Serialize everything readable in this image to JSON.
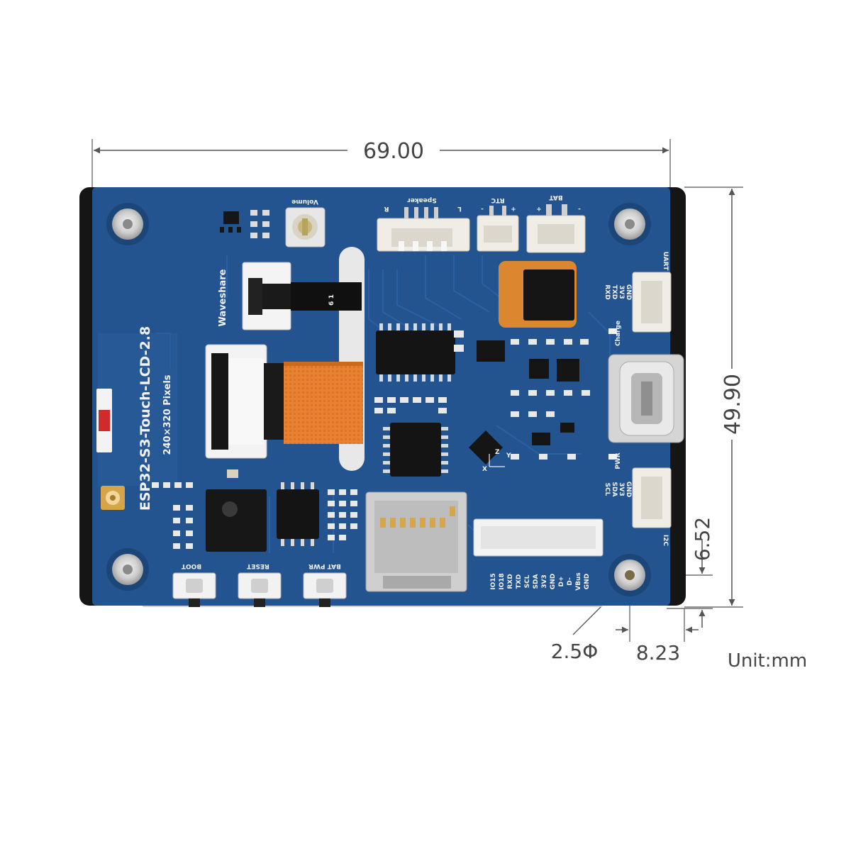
{
  "dimensions": {
    "width": "69.00",
    "height": "49.90",
    "hole_offset_v": "6.52",
    "hole_offset_h": "8.23",
    "hole_diameter": "2.5Φ",
    "unit": "Unit:mm"
  },
  "board": {
    "title": "ESP32-S3-Touch-LCD-2.8",
    "resolution": "240×320 Pixels",
    "brand": "Waveshare",
    "fpc_label": "6 1"
  },
  "labels": {
    "volume": "Volume",
    "speaker": "Speaker",
    "speaker_r": "R",
    "speaker_l": "L",
    "rtc": "RTC",
    "rtc_minus": "-",
    "rtc_plus": "+",
    "bat": "BAT",
    "bat_plus": "+",
    "bat_minus": "-",
    "uart": "UART",
    "uart_pins": [
      "RXD",
      "TXD",
      "3V3",
      "GND"
    ],
    "charge": "Charge",
    "pwr_led": "PWR",
    "i2c": "I2C",
    "i2c_pins": [
      "SCL",
      "SDA",
      "3V3",
      "GND"
    ],
    "boot": "BOOT",
    "reset": "RESET",
    "bat_pwr": "BAT PWR",
    "bottom_pins": [
      "IO15",
      "IO18",
      "RXD",
      "TXD",
      "SCL",
      "SDA",
      "3V3",
      "GND",
      "D+",
      "D-",
      "VBus",
      "GND"
    ],
    "axis_x": "X",
    "axis_y": "Y",
    "axis_z": "Z"
  },
  "colors": {
    "pcb": "#23548f",
    "pcb_dark": "#1b4478",
    "ffc": "#e9832f",
    "ffc_dark": "#c96a1c"
  }
}
